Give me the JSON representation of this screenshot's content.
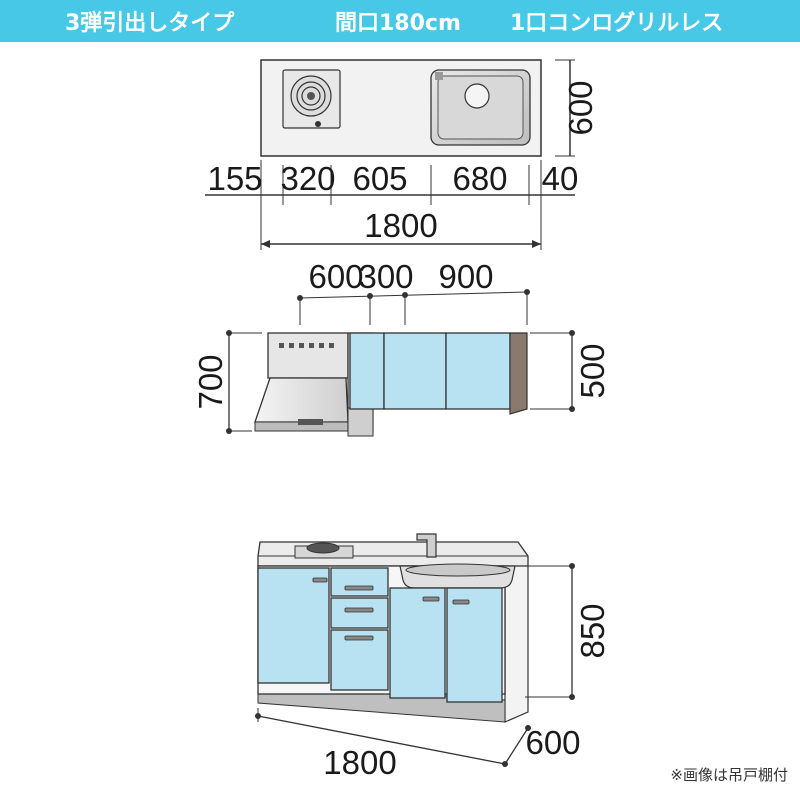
{
  "header": {
    "type_label": "3弾引出しタイプ",
    "width_label": "間口180cm",
    "stove_label": "1口コンログリルレス"
  },
  "colors": {
    "header_bg": "#47c8e6",
    "door_blue": "#b8e2f2",
    "countertop": "#f2f2f2",
    "outline": "#333333"
  },
  "top_view": {
    "depth": "600",
    "segments": [
      "155",
      "320",
      "605",
      "680",
      "40"
    ],
    "total": "1800"
  },
  "wall_cabinet": {
    "top_segments": [
      "600",
      "300",
      "900"
    ],
    "hood_height": "700",
    "cabinet_height": "500"
  },
  "front_view": {
    "height": "850",
    "width": "1800",
    "depth": "600"
  },
  "note": "※画像は吊戸棚付"
}
